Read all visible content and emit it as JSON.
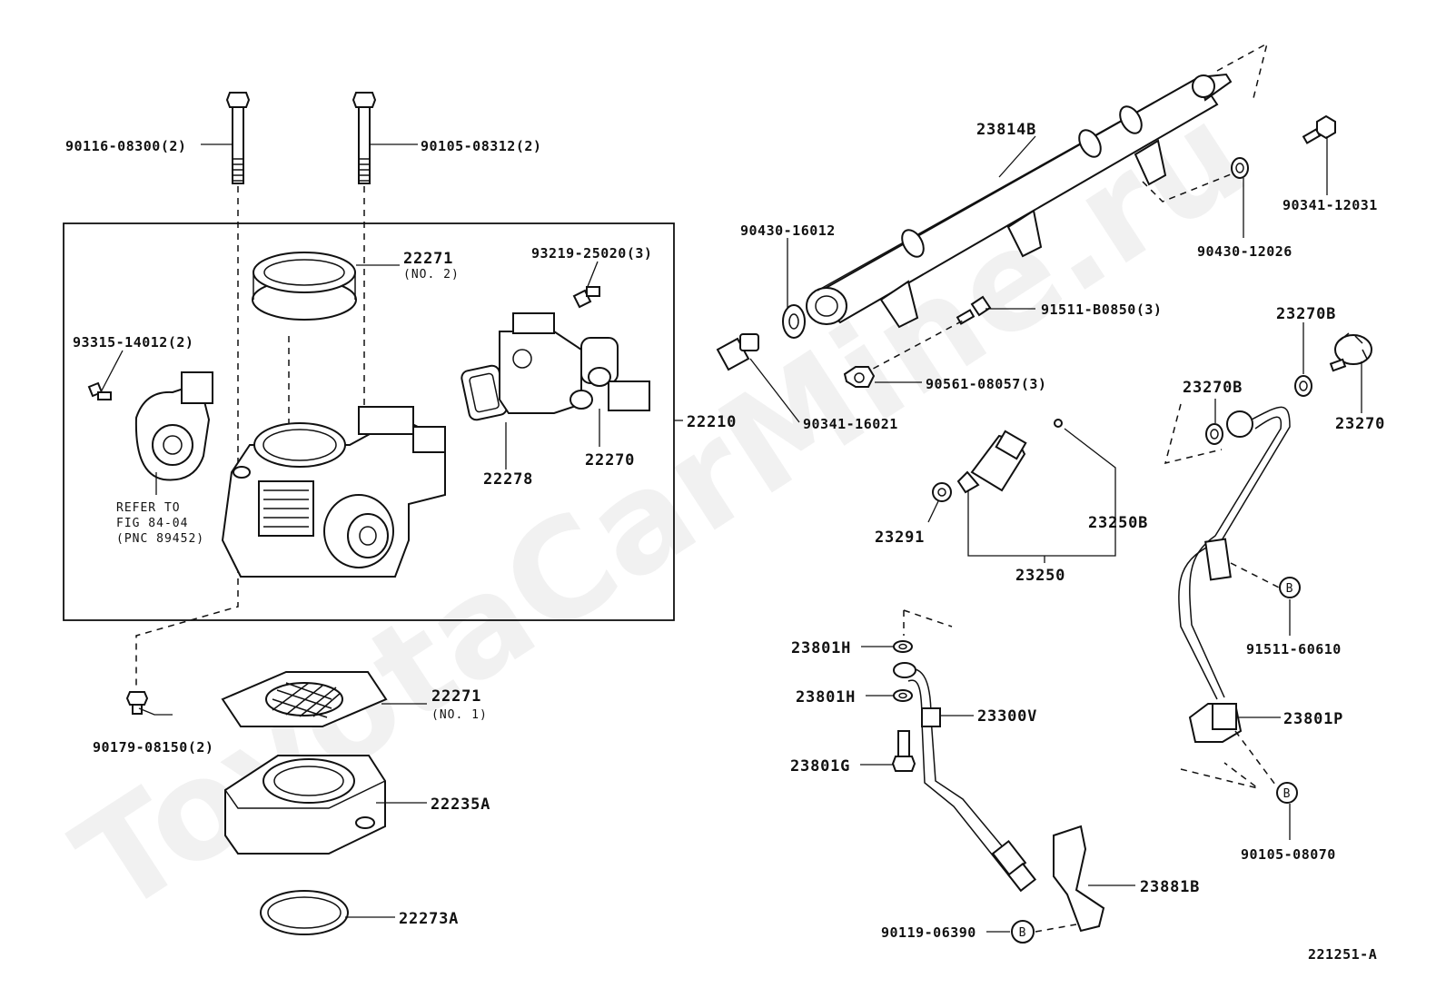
{
  "watermark": "ToyotaCarMine.ru",
  "figure_code": "221251-A",
  "callouts": {
    "p90116": "90116-08300(2)",
    "p90105a": "90105-08312(2)",
    "p22271_2": "22271",
    "p22271_2_note": "(NO. 2)",
    "p93219": "93219-25020(3)",
    "p93315": "93315-14012(2)",
    "refer1": "REFER TO",
    "refer2": "FIG 84-04",
    "refer3": "(PNC 89452)",
    "p22210": "22210",
    "p22278": "22278",
    "p22270": "22270",
    "p90179": "90179-08150(2)",
    "p22271_1": "22271",
    "p22271_1_note": "(NO. 1)",
    "p22235A": "22235A",
    "p22273A": "22273A",
    "p23814B": "23814B",
    "p90430a": "90430-16012",
    "p90341a": "90341-16021",
    "p91511a": "91511-B0850(3)",
    "p90561": "90561-08057(3)",
    "p90341b": "90341-12031",
    "p90430b": "90430-12026",
    "p23270B_1": "23270B",
    "p23270B_2": "23270B",
    "p23270": "23270",
    "p23291": "23291",
    "p23250B": "23250B",
    "p23250": "23250",
    "p91511b": "91511-60610",
    "p23801H_1": "23801H",
    "p23801H_2": "23801H",
    "p23300V": "23300V",
    "p23801G": "23801G",
    "p23801P": "23801P",
    "p90105b": "90105-08070",
    "p23881B": "23881B",
    "p90119": "90119-06390",
    "ref_b": "B"
  }
}
